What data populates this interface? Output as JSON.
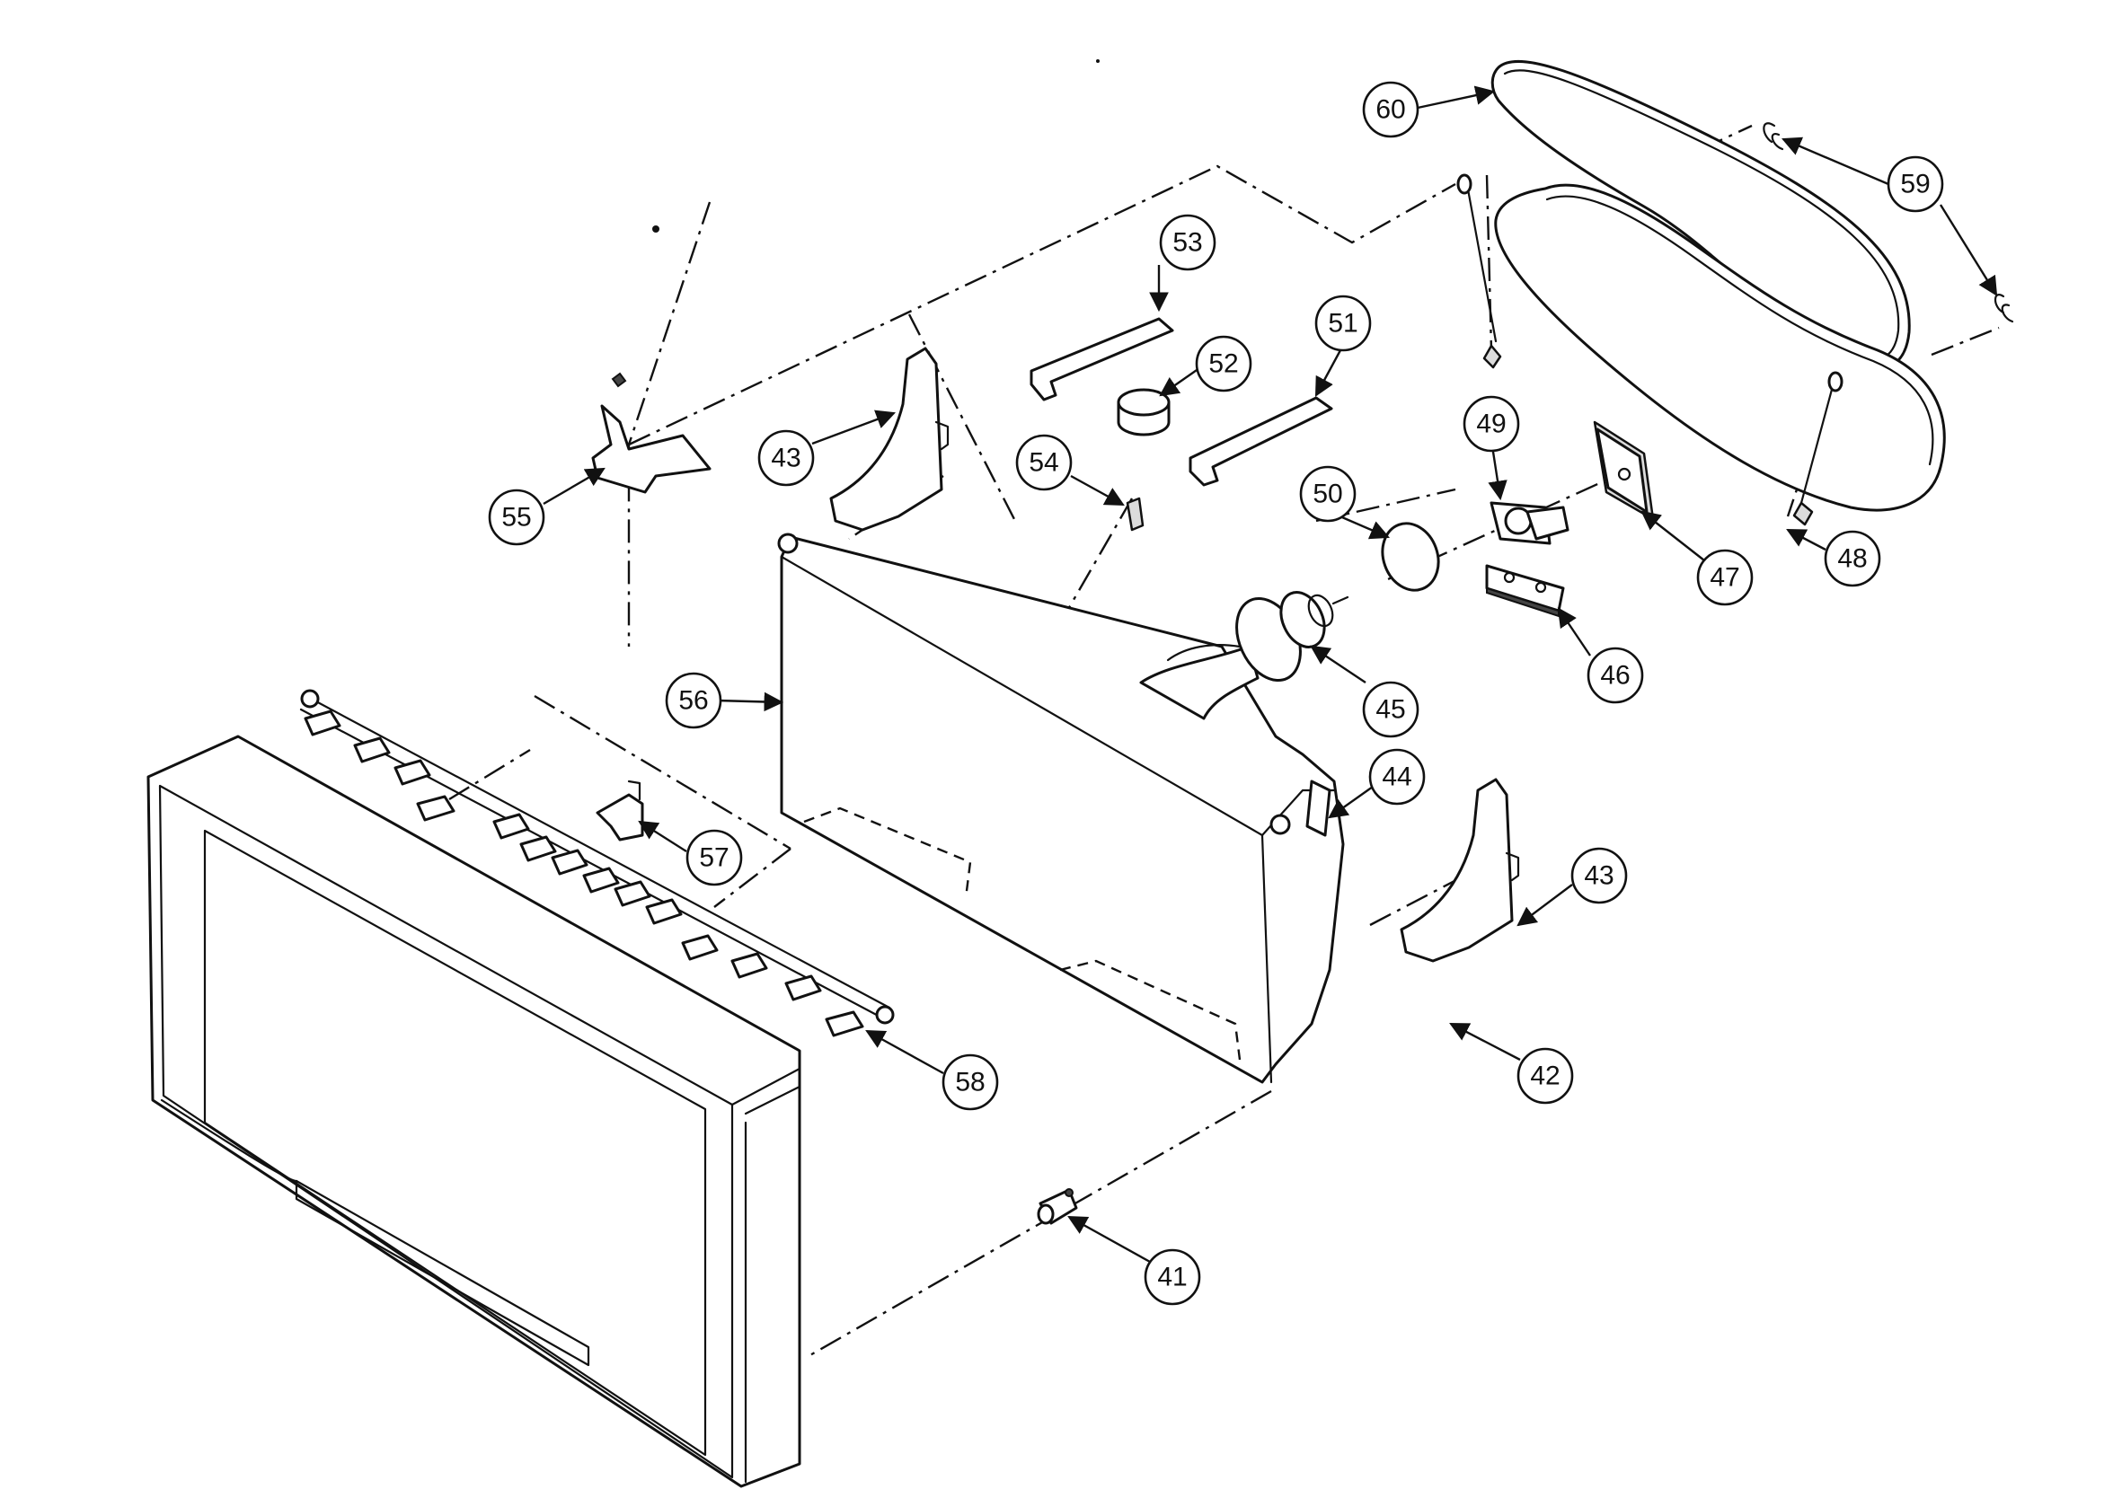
{
  "callouts": [
    "41",
    "42",
    "43",
    "43",
    "44",
    "45",
    "46",
    "47",
    "48",
    "49",
    "50",
    "51",
    "52",
    "53",
    "54",
    "55",
    "56",
    "57",
    "58",
    "59",
    "60"
  ],
  "colors": {
    "line": "#111111",
    "background": "#ffffff",
    "fill_gray": "#dcdcdc"
  }
}
